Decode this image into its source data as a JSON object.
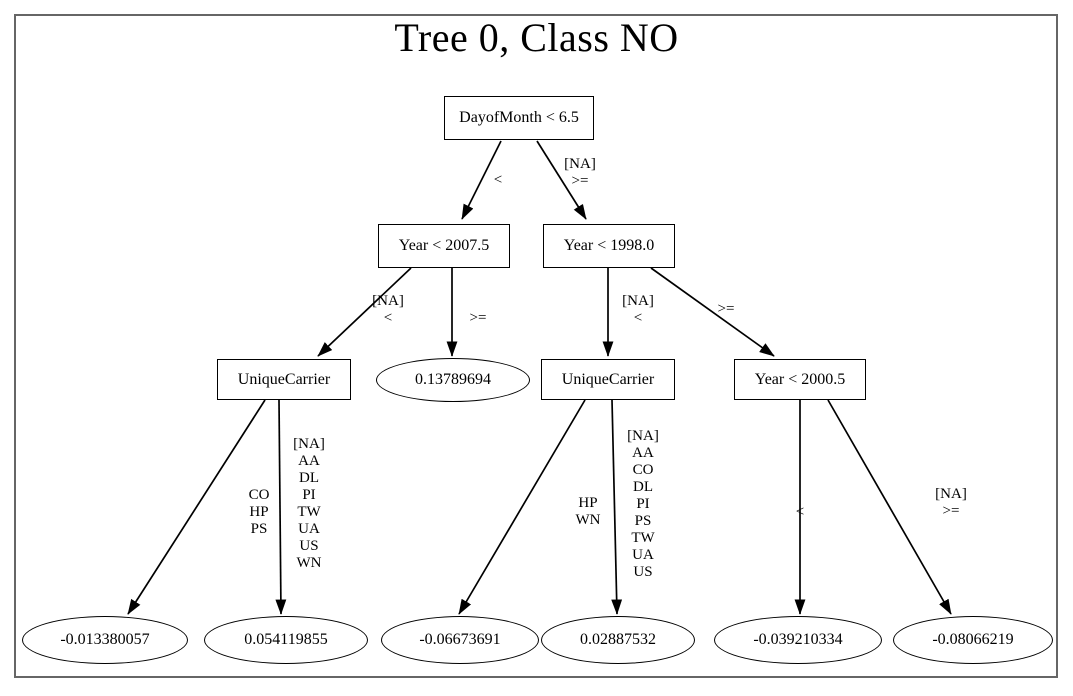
{
  "title": "Tree 0, Class NO",
  "chart_data": {
    "type": "diagram",
    "diagram_type": "decision-tree",
    "title": "Tree 0, Class NO",
    "nodes": [
      {
        "id": "n0",
        "shape": "box",
        "label": "DayofMonth < 6.5",
        "level": 0
      },
      {
        "id": "n1",
        "shape": "box",
        "label": "Year < 2007.5",
        "level": 1
      },
      {
        "id": "n2",
        "shape": "box",
        "label": "Year < 1998.0",
        "level": 1
      },
      {
        "id": "n3",
        "shape": "box",
        "label": "UniqueCarrier",
        "level": 2
      },
      {
        "id": "n4",
        "shape": "ellipse",
        "label": "0.13789694",
        "level": 2
      },
      {
        "id": "n5",
        "shape": "box",
        "label": "UniqueCarrier",
        "level": 2
      },
      {
        "id": "n6",
        "shape": "box",
        "label": "Year < 2000.5",
        "level": 2
      },
      {
        "id": "n7",
        "shape": "ellipse",
        "label": "-0.013380057",
        "level": 3
      },
      {
        "id": "n8",
        "shape": "ellipse",
        "label": "0.054119855",
        "level": 3
      },
      {
        "id": "n9",
        "shape": "ellipse",
        "label": "-0.06673691",
        "level": 3
      },
      {
        "id": "n10",
        "shape": "ellipse",
        "label": "0.02887532",
        "level": 3
      },
      {
        "id": "n11",
        "shape": "ellipse",
        "label": "-0.039210334",
        "level": 3
      },
      {
        "id": "n12",
        "shape": "ellipse",
        "label": "-0.08066219",
        "level": 3
      }
    ],
    "edges": [
      {
        "from": "n0",
        "to": "n1",
        "label": "<"
      },
      {
        "from": "n0",
        "to": "n2",
        "label": "[NA]\n>="
      },
      {
        "from": "n1",
        "to": "n3",
        "label": "[NA]\n<"
      },
      {
        "from": "n1",
        "to": "n4",
        "label": ">="
      },
      {
        "from": "n2",
        "to": "n5",
        "label": "[NA]\n<"
      },
      {
        "from": "n2",
        "to": "n6",
        "label": ">="
      },
      {
        "from": "n3",
        "to": "n7",
        "label": "CO\nHP\nPS"
      },
      {
        "from": "n3",
        "to": "n8",
        "label": "[NA]\nAA\nDL\nPI\nTW\nUA\nUS\nWN"
      },
      {
        "from": "n5",
        "to": "n9",
        "label": "HP\nWN"
      },
      {
        "from": "n5",
        "to": "n10",
        "label": "[NA]\nAA\nCO\nDL\nPI\nPS\nTW\nUA\nUS"
      },
      {
        "from": "n6",
        "to": "n11",
        "label": "<"
      },
      {
        "from": "n6",
        "to": "n12",
        "label": "[NA]\n>="
      }
    ]
  },
  "nodes": {
    "root": "DayofMonth < 6.5",
    "year_2007": "Year < 2007.5",
    "year_1998": "Year < 1998.0",
    "carrier_left": "UniqueCarrier",
    "leaf_013789694": "0.13789694",
    "carrier_right": "UniqueCarrier",
    "year_2000": "Year < 2000.5",
    "leaf_1": "-0.013380057",
    "leaf_2": "0.054119855",
    "leaf_3": "-0.06673691",
    "leaf_4": "0.02887532",
    "leaf_5": "-0.039210334",
    "leaf_6": "-0.08066219"
  },
  "edge_labels": {
    "root_left": "<",
    "root_right": "[NA]\n>=",
    "y2007_left": "[NA]\n<",
    "y2007_right": ">=",
    "y1998_left": "[NA]\n<",
    "y1998_right": ">=",
    "carrier_left_left": "CO\nHP\nPS",
    "carrier_left_right": "[NA]\nAA\nDL\nPI\nTW\nUA\nUS\nWN",
    "carrier_right_left": "HP\nWN",
    "carrier_right_right": "[NA]\nAA\nCO\nDL\nPI\nPS\nTW\nUA\nUS",
    "y2000_left": "<",
    "y2000_right": "[NA]\n>="
  }
}
